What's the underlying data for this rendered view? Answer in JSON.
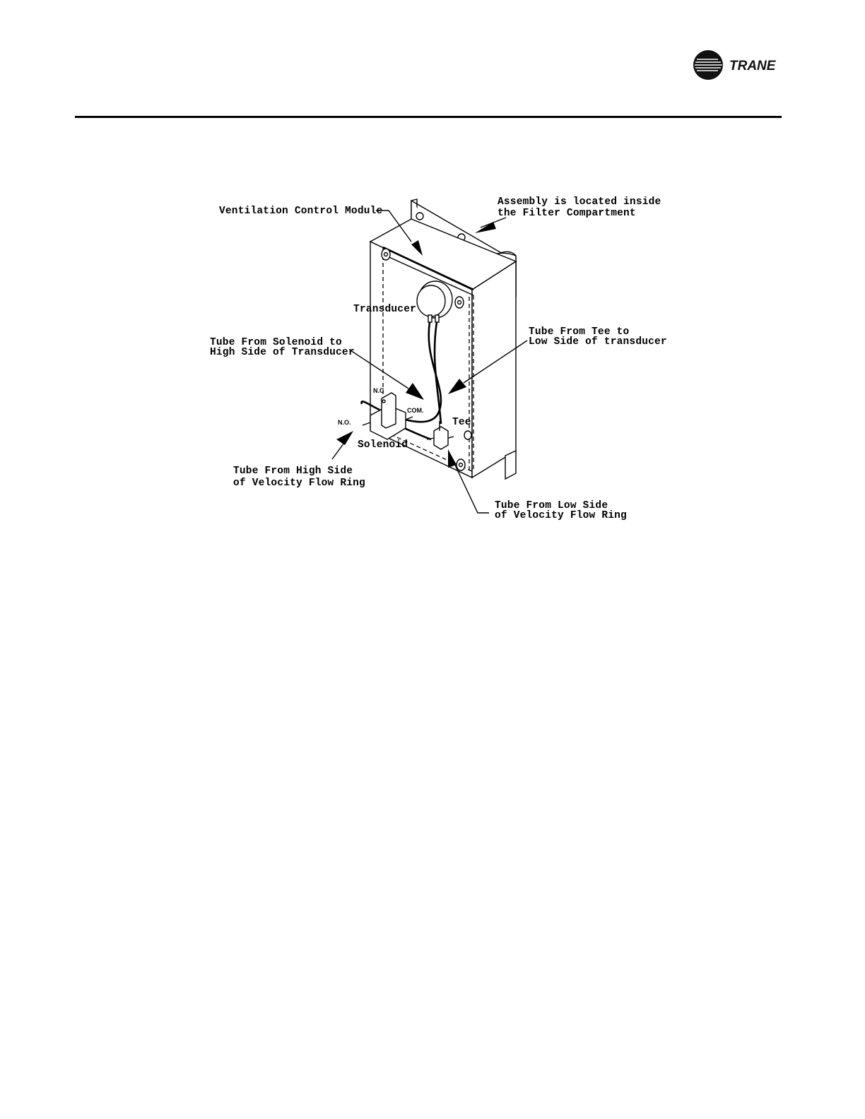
{
  "header": {
    "brand": "TRANE",
    "logo_icon": "trane-logo-icon"
  },
  "diagram": {
    "labels": {
      "ventilation_control_module": "Ventilation Control Module",
      "assembly_line1": "Assembly is located inside",
      "assembly_line2": "the Filter Compartment",
      "transducer": "Transducer",
      "tube_solenoid_line1": "Tube From Solenoid to",
      "tube_solenoid_line2": "High Side of Transducer",
      "tube_tee_line1": "Tube From Tee to",
      "tube_tee_line2": "Low Side of transducer",
      "nc": "N.C",
      "com": "COM.",
      "no": "N.O.",
      "tee": "Tee",
      "solenoid": "Solenoid",
      "high_side_line1": "Tube From High Side",
      "high_side_line2": "of Velocity Flow Ring",
      "low_side_line1": "Tube From Low Side",
      "low_side_line2": "of Velocity Flow Ring"
    }
  }
}
